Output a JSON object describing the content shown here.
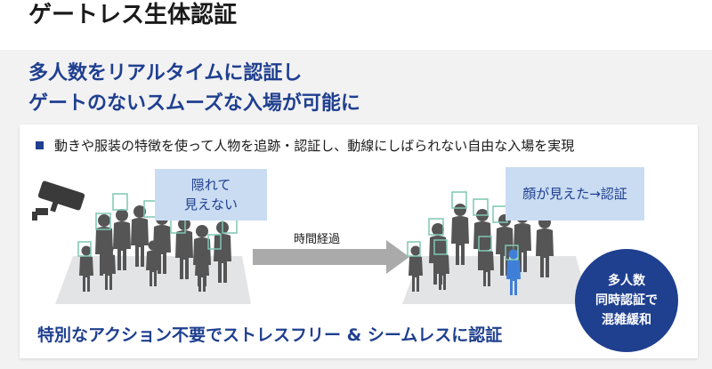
{
  "slide": {
    "title": "ゲートレス生体認証",
    "headline_line1": "多人数をリアルタイムに認証し",
    "headline_line2": "ゲートのないスムーズな入場が可能に",
    "bullet": "動きや服装の特徴を使って人物を追跡・認証し、動線にしばられない自由な入場を実現",
    "bubble_hidden_line1": "隠れて",
    "bubble_hidden_line2": "見えない",
    "arrow_label": "時間経過",
    "bubble_seen": "顔が見えた→認証",
    "badge_line1": "多人数",
    "badge_line2": "同時認証で",
    "badge_line3": "混雑緩和",
    "bottom_text": "特別なアクション不要でストレスフリー & シームレスに認証"
  },
  "colors": {
    "accent_blue": "#1f3f8f",
    "bubble_blue": "#c9dcf2",
    "panel_gray": "#f2f2f3",
    "face_box_green": "#7fc7b3",
    "highlight_person": "#3f7fd8"
  },
  "icons": [
    "security-camera-icon",
    "arrow-right-icon",
    "person-icon"
  ]
}
